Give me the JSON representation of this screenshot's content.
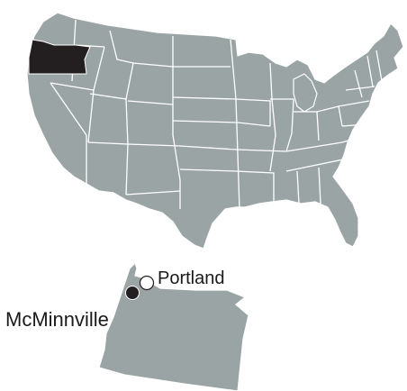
{
  "colors": {
    "land": "#9aa4a5",
    "border": "#ffffff",
    "highlight": "#231f20",
    "city_filled": "#231f20",
    "city_open": "#ffffff",
    "text": "#1a1a1a"
  },
  "us_map": {
    "highlighted_state": "Oregon"
  },
  "inset": {
    "state": "Oregon",
    "cities": [
      {
        "name": "Portland",
        "marker": "open"
      },
      {
        "name": "McMinnville",
        "marker": "filled"
      }
    ]
  }
}
